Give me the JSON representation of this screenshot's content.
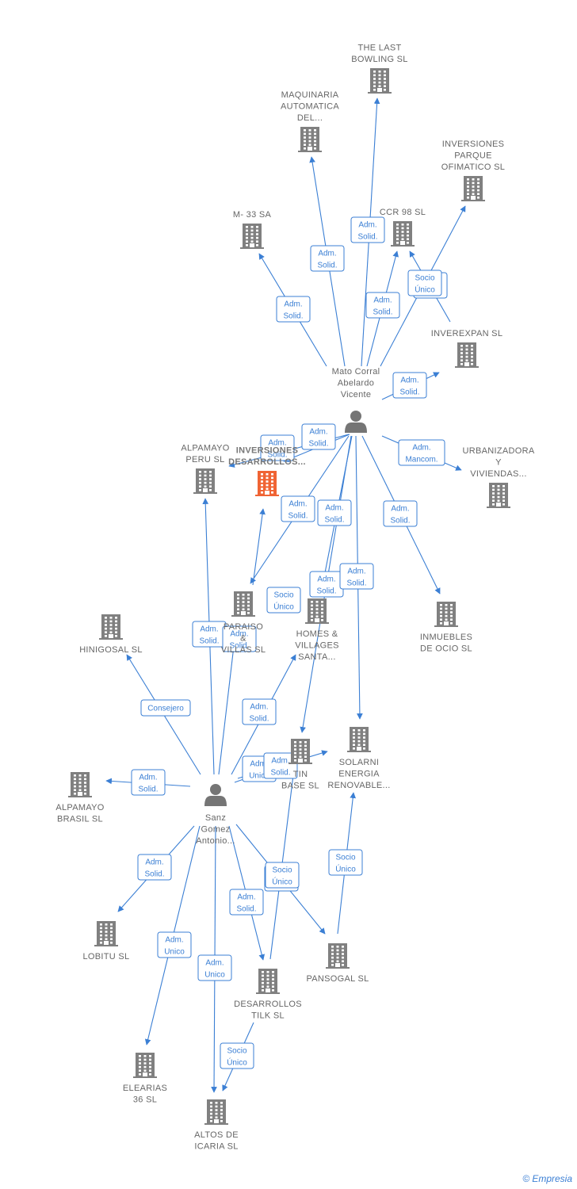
{
  "colors": {
    "edge": "#3b7fd4",
    "building": "#808080",
    "main_building": "#f06434",
    "person": "#757575"
  },
  "nodes": [
    {
      "id": "last_bowling",
      "type": "company",
      "label": [
        "THE LAST",
        "BOWLING  SL"
      ]
    },
    {
      "id": "maquinaria",
      "type": "company",
      "label": [
        "MAQUINARIA",
        "AUTOMATICA",
        "DEL..."
      ]
    },
    {
      "id": "inv_parque",
      "type": "company",
      "label": [
        "INVERSIONES",
        "PARQUE",
        "OFIMATICO SL"
      ]
    },
    {
      "id": "m33",
      "type": "company",
      "label": [
        "M- 33 SA"
      ]
    },
    {
      "id": "ccr98",
      "type": "company",
      "label": [
        "CCR 98 SL"
      ]
    },
    {
      "id": "inverexpan",
      "type": "company",
      "label": [
        "INVEREXPAN SL"
      ]
    },
    {
      "id": "mato",
      "type": "person",
      "label": [
        "Mato Corral",
        "Abelardo",
        "Vicente"
      ]
    },
    {
      "id": "alpamayo_peru",
      "type": "company",
      "label": [
        "ALPAMAYO",
        "PERU  SL"
      ]
    },
    {
      "id": "inv_desarrollos",
      "type": "main",
      "label": [
        "INVERSIONES",
        "DESARROLLOS..."
      ]
    },
    {
      "id": "urbanizadora",
      "type": "company",
      "label": [
        "URBANIZADORA",
        "Y",
        "VIVIENDAS..."
      ]
    },
    {
      "id": "paraiso",
      "type": "company",
      "label": [
        "PARAISO",
        "&",
        "VILLAS  SL"
      ]
    },
    {
      "id": "homes",
      "type": "company",
      "label": [
        "HOMES &",
        "VILLAGES",
        "SANTA..."
      ]
    },
    {
      "id": "inmuebles",
      "type": "company",
      "label": [
        "INMUEBLES",
        "DE OCIO SL"
      ]
    },
    {
      "id": "hinigosal",
      "type": "company",
      "label": [
        "HINIGOSAL  SL"
      ]
    },
    {
      "id": "tin_base",
      "type": "company",
      "label": [
        "TIN",
        "BASE SL"
      ]
    },
    {
      "id": "solarni",
      "type": "company",
      "label": [
        "SOLARNI",
        "ENERGIA",
        "RENOVABLE..."
      ]
    },
    {
      "id": "alpamayo_brasil",
      "type": "company",
      "label": [
        "ALPAMAYO",
        "BRASIL  SL"
      ]
    },
    {
      "id": "sanz",
      "type": "person",
      "label": [
        "Sanz",
        "Gomez",
        "Antonio..."
      ]
    },
    {
      "id": "lobitu",
      "type": "company",
      "label": [
        "LOBITU SL"
      ]
    },
    {
      "id": "pansogal",
      "type": "company",
      "label": [
        "PANSOGAL  SL"
      ]
    },
    {
      "id": "desarrollos_tilk",
      "type": "company",
      "label": [
        "DESARROLLOS",
        "TILK SL"
      ]
    },
    {
      "id": "elearias",
      "type": "company",
      "label": [
        "ELEARIAS",
        "36 SL"
      ]
    },
    {
      "id": "altos_icaria",
      "type": "company",
      "label": [
        "ALTOS DE",
        "ICARIA  SL"
      ]
    }
  ],
  "edges": [
    {
      "from": "mato",
      "to": "last_bowling",
      "label": [
        "Adm.",
        "Solid."
      ]
    },
    {
      "from": "mato",
      "to": "maquinaria",
      "label": [
        "Adm.",
        "Solid."
      ]
    },
    {
      "from": "mato",
      "to": "m33",
      "label": [
        "Adm.",
        "Solid."
      ]
    },
    {
      "from": "mato",
      "to": "ccr98",
      "label": [
        "Adm.",
        "Solid."
      ]
    },
    {
      "from": "mato",
      "to": "inv_parque",
      "label": [
        "Adm.",
        "Solid."
      ]
    },
    {
      "from": "inverexpan",
      "to": "ccr98",
      "label": [
        "Socio",
        "Único"
      ]
    },
    {
      "from": "mato",
      "to": "inverexpan",
      "label": [
        "Adm.",
        "Solid."
      ]
    },
    {
      "from": "mato",
      "to": "alpamayo_peru",
      "label": [
        "Adm.",
        "Solid."
      ]
    },
    {
      "from": "mato",
      "to": "inv_desarrollos",
      "label": [
        "Adm.",
        "Solid."
      ]
    },
    {
      "from": "mato",
      "to": "urbanizadora",
      "label": [
        "Adm.",
        "Mancom."
      ]
    },
    {
      "from": "mato",
      "to": "paraiso",
      "label": [
        "Adm.",
        "Solid."
      ]
    },
    {
      "from": "mato",
      "to": "homes",
      "label": [
        "Adm.",
        "Solid."
      ]
    },
    {
      "from": "mato",
      "to": "tin_base",
      "label": [
        "Adm.",
        "Solid."
      ]
    },
    {
      "from": "mato",
      "to": "solarni",
      "label": [
        "Adm.",
        "Solid."
      ]
    },
    {
      "from": "mato",
      "to": "inmuebles",
      "label": [
        "Adm.",
        "Solid."
      ]
    },
    {
      "from": "paraiso",
      "to": "inv_desarrollos",
      "label": [
        "Socio",
        "Único"
      ]
    },
    {
      "from": "sanz",
      "to": "alpamayo_peru",
      "label": [
        "Adm.",
        "Solid."
      ]
    },
    {
      "from": "sanz",
      "to": "paraiso",
      "label": [
        "Adm.",
        "Solid."
      ]
    },
    {
      "from": "sanz",
      "to": "hinigosal",
      "label": [
        "Consejero"
      ]
    },
    {
      "from": "sanz",
      "to": "homes",
      "label": [
        "Adm.",
        "Solid."
      ]
    },
    {
      "from": "sanz",
      "to": "alpamayo_brasil",
      "label": [
        "Adm.",
        "Solid."
      ]
    },
    {
      "from": "sanz",
      "to": "tin_base",
      "label": [
        "Adm.",
        "Unico"
      ]
    },
    {
      "from": "sanz",
      "to": "solarni",
      "label": [
        "Adm.",
        "Solid."
      ]
    },
    {
      "from": "sanz",
      "to": "lobitu",
      "label": [
        "Adm.",
        "Solid."
      ]
    },
    {
      "from": "sanz",
      "to": "elearias",
      "label": [
        "Adm.",
        "Unico"
      ]
    },
    {
      "from": "sanz",
      "to": "altos_icaria",
      "label": [
        "Adm.",
        "Unico"
      ]
    },
    {
      "from": "sanz",
      "to": "desarrollos_tilk",
      "label": [
        "Adm.",
        "Solid."
      ]
    },
    {
      "from": "sanz",
      "to": "pansogal",
      "label": [
        "Socio",
        "Único"
      ]
    },
    {
      "from": "desarrollos_tilk",
      "to": "tin_base",
      "label": [
        "Socio",
        "Único"
      ]
    },
    {
      "from": "pansogal",
      "to": "solarni",
      "label": [
        "Socio",
        "Único"
      ]
    },
    {
      "from": "desarrollos_tilk",
      "to": "altos_icaria",
      "label": [
        "Socio",
        "Único"
      ]
    }
  ],
  "footer": {
    "copyright": "©",
    "brand": "Empresia"
  }
}
